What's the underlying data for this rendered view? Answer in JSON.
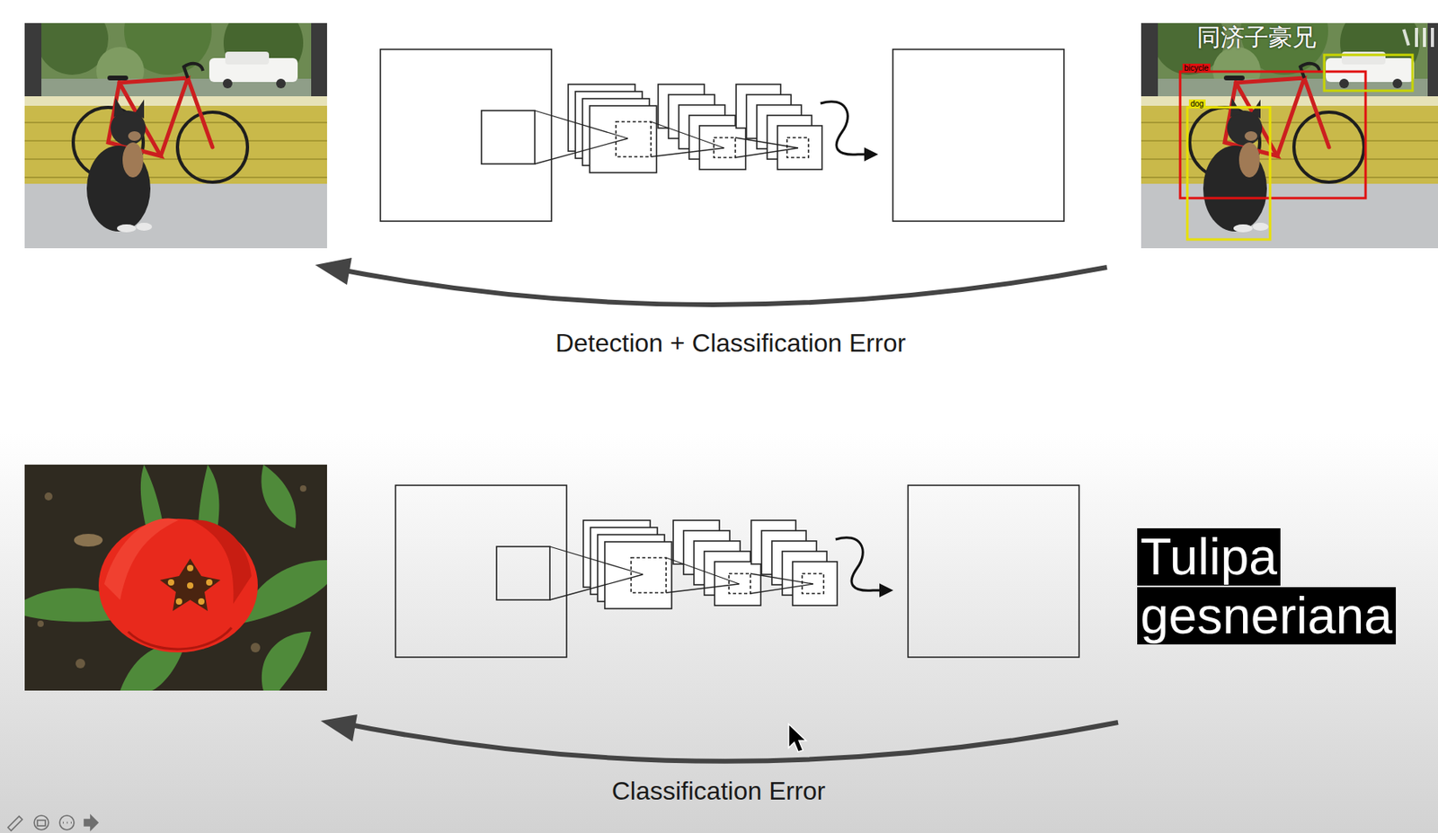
{
  "diagram": {
    "nodes": [
      {
        "text": [
          "Tulipa gesneriana"
        ]
      }
    ],
    "labels": [
      "同济子豪兄",
      "bicycle",
      "dog",
      "Detection + Classification Error",
      "Classification Error"
    ]
  }
}
